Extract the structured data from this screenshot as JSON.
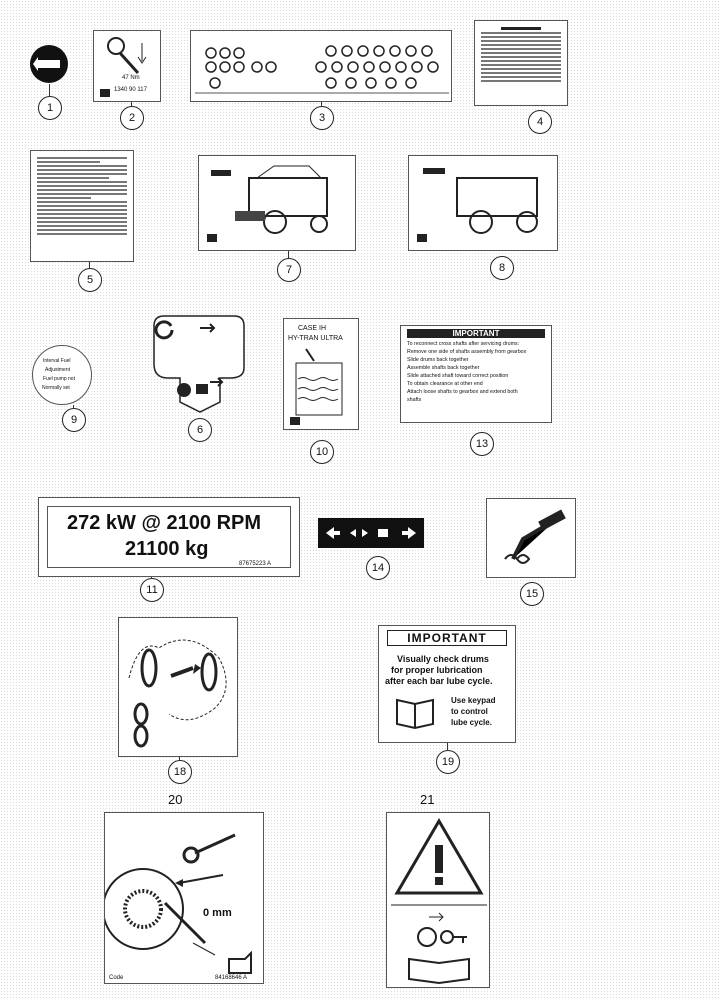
{
  "callouts": [
    "1",
    "2",
    "3",
    "4",
    "5",
    "7",
    "8",
    "9",
    "6",
    "10",
    "13",
    "11",
    "14",
    "15",
    "18",
    "19",
    "20",
    "21"
  ],
  "decal_2": {
    "torque": "47 Nm",
    "code": "1340 90 117"
  },
  "decal_9": {
    "lines": [
      "Interval Fuel",
      "Adjustment",
      "Fuel pump not",
      "Normally set"
    ]
  },
  "decal_10": {
    "line1": "CASE IH",
    "line2": "HY-TRAN ULTRA"
  },
  "decal_13": {
    "title": "IMPORTANT",
    "lines": [
      "To reconnect cross shafts after servicing drums:",
      "Remove one side of shafts assembly from gearbox",
      "Slide drums back together",
      "Assemble shafts back together",
      "Slide attached shaft toward correct position",
      "To obtain clearance at other end",
      "Attach loose shafts to gearbox and extend both",
      "shafts"
    ]
  },
  "decal_11": {
    "line1": "272 kW @ 2100 RPM",
    "line2": "21100 kg",
    "part": "87675223 A"
  },
  "decal_19": {
    "title": "IMPORTANT",
    "line1": "Visually check drums",
    "line2": "for proper lubrication",
    "line3": "after each bar lube cycle.",
    "line4": "Use keypad",
    "line5": "to control",
    "line6": "lube cycle."
  },
  "decal_20": {
    "measure": "0 mm",
    "part": "84168646 A",
    "code": "Code"
  },
  "colors": {
    "ink": "#111111",
    "dot": "#bdbdbd"
  }
}
